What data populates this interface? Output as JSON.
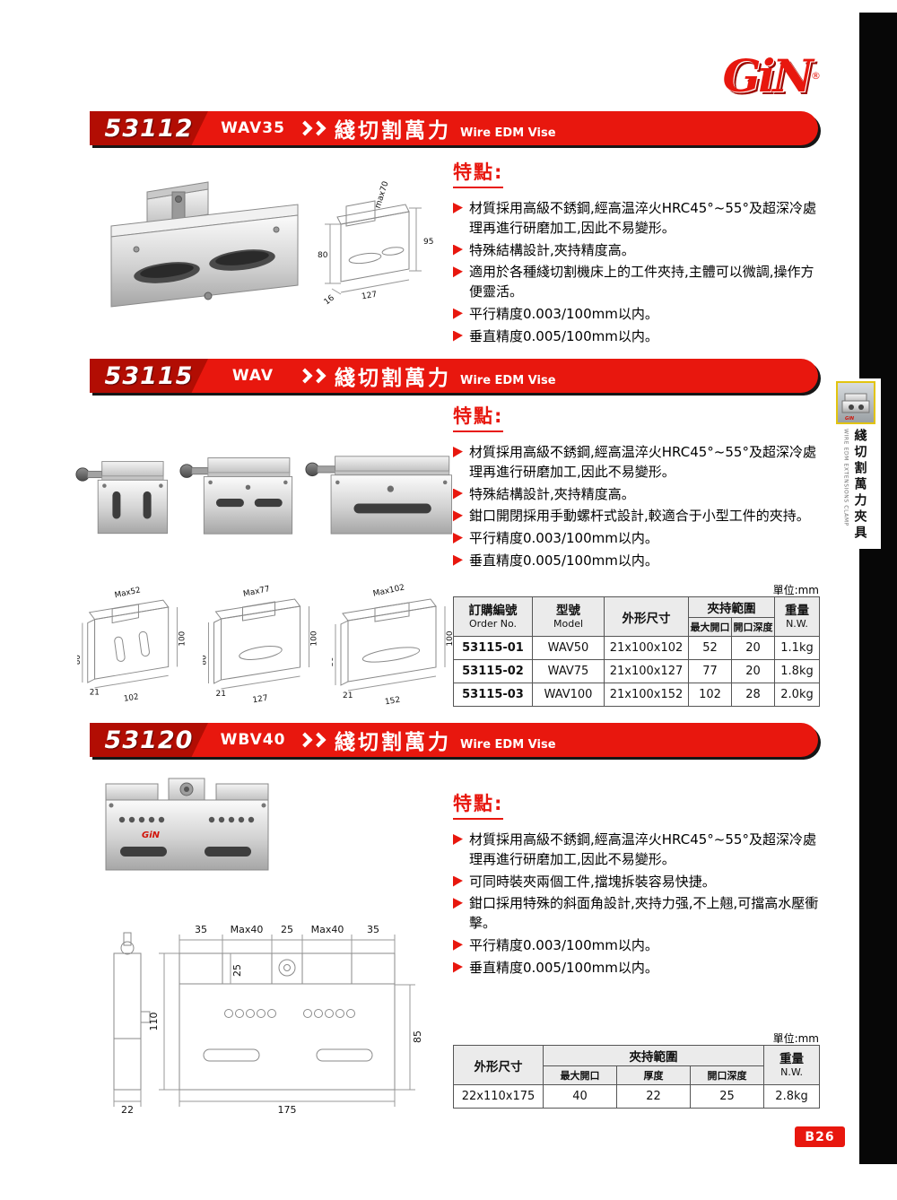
{
  "brand": {
    "logo_text": "GiN",
    "registered": "®"
  },
  "page": {
    "number": "B26",
    "unit_label": "單位:mm"
  },
  "side_tab": {
    "en": "WIRE EDM EXTENSIONS CLAMP",
    "zh": "綫切割萬力夾具"
  },
  "common": {
    "features_heading": "特點:"
  },
  "sections": [
    {
      "code": "53112",
      "model": "WAV35",
      "title_zh": "綫切割萬力",
      "title_en": "Wire EDM Vise",
      "features": [
        "材質採用高級不銹鋼,經高温淬火HRC45°~55°及超深冷處理再進行研磨加工,因此不易變形。",
        "特殊結構設計,夾持精度高。",
        "適用於各種綫切割機床上的工件夾持,主體可以微調,操作方便靈活。",
        "平行精度0.003/100mm以内。",
        "垂直精度0.005/100mm以内。"
      ],
      "dims": {
        "max": "max70",
        "height": "95",
        "height2": "80",
        "width": "127",
        "depth": "16"
      }
    },
    {
      "code": "53115",
      "model": "WAV",
      "title_zh": "綫切割萬力",
      "title_en": "Wire EDM Vise",
      "features": [
        "材質採用高級不銹鋼,經高温淬火HRC45°~55°及超深冷處理再進行研磨加工,因此不易變形。",
        "特殊結構設計,夾持精度高。",
        "鉗口開閉採用手動螺杆式設計,較適合于小型工件的夾持。",
        "平行精度0.003/100mm以内。",
        "垂直精度0.005/100mm以内。"
      ],
      "drawings": [
        {
          "max": "Max52",
          "height": "100",
          "side": "80",
          "base": "21",
          "width": "102"
        },
        {
          "max": "Max77",
          "height": "100",
          "side": "80",
          "base": "21",
          "width": "127"
        },
        {
          "max": "Max102",
          "height": "100",
          "side": "80",
          "base": "21",
          "width": "152"
        }
      ],
      "table": {
        "col_order_zh": "訂購編號",
        "col_order_en": "Order No.",
        "col_model_zh": "型號",
        "col_model_en": "Model",
        "col_size": "外形尺寸",
        "col_range": "夾持範圍",
        "col_max_open": "最大開口",
        "col_depth": "開口深度",
        "col_weight_zh": "重量",
        "col_weight_en": "N.W.",
        "rows": [
          [
            "53115-01",
            "WAV50",
            "21x100x102",
            "52",
            "20",
            "1.1kg"
          ],
          [
            "53115-02",
            "WAV75",
            "21x100x127",
            "77",
            "20",
            "1.8kg"
          ],
          [
            "53115-03",
            "WAV100",
            "21x100x152",
            "102",
            "28",
            "2.0kg"
          ]
        ]
      }
    },
    {
      "code": "53120",
      "model": "WBV40",
      "title_zh": "綫切割萬力",
      "title_en": "Wire EDM Vise",
      "features": [
        "材質採用高級不銹鋼,經高温淬火HRC45°~55°及超深冷處理再進行研磨加工,因此不易變形。",
        "可同時裝夾兩個工件,擋塊拆裝容易快捷。",
        "鉗口採用特殊的斜面角設計,夾持力强,不上翹,可擋高水壓衝擊。",
        "平行精度0.003/100mm以内。",
        "垂直精度0.005/100mm以内。"
      ],
      "dims": {
        "top1": "35",
        "top2": "Max40",
        "top3": "25",
        "top4": "Max40",
        "top5": "35",
        "jaw_depth": "25",
        "height": "110",
        "height2": "85",
        "side_width": "22",
        "width": "175"
      },
      "table": {
        "col_size": "外形尺寸",
        "col_range": "夾持範圍",
        "col_max_open": "最大開口",
        "col_thickness": "厚度",
        "col_depth": "開口深度",
        "col_weight_zh": "重量",
        "col_weight_en": "N.W.",
        "rows": [
          [
            "22x110x175",
            "40",
            "22",
            "25",
            "2.8kg"
          ]
        ]
      }
    }
  ]
}
